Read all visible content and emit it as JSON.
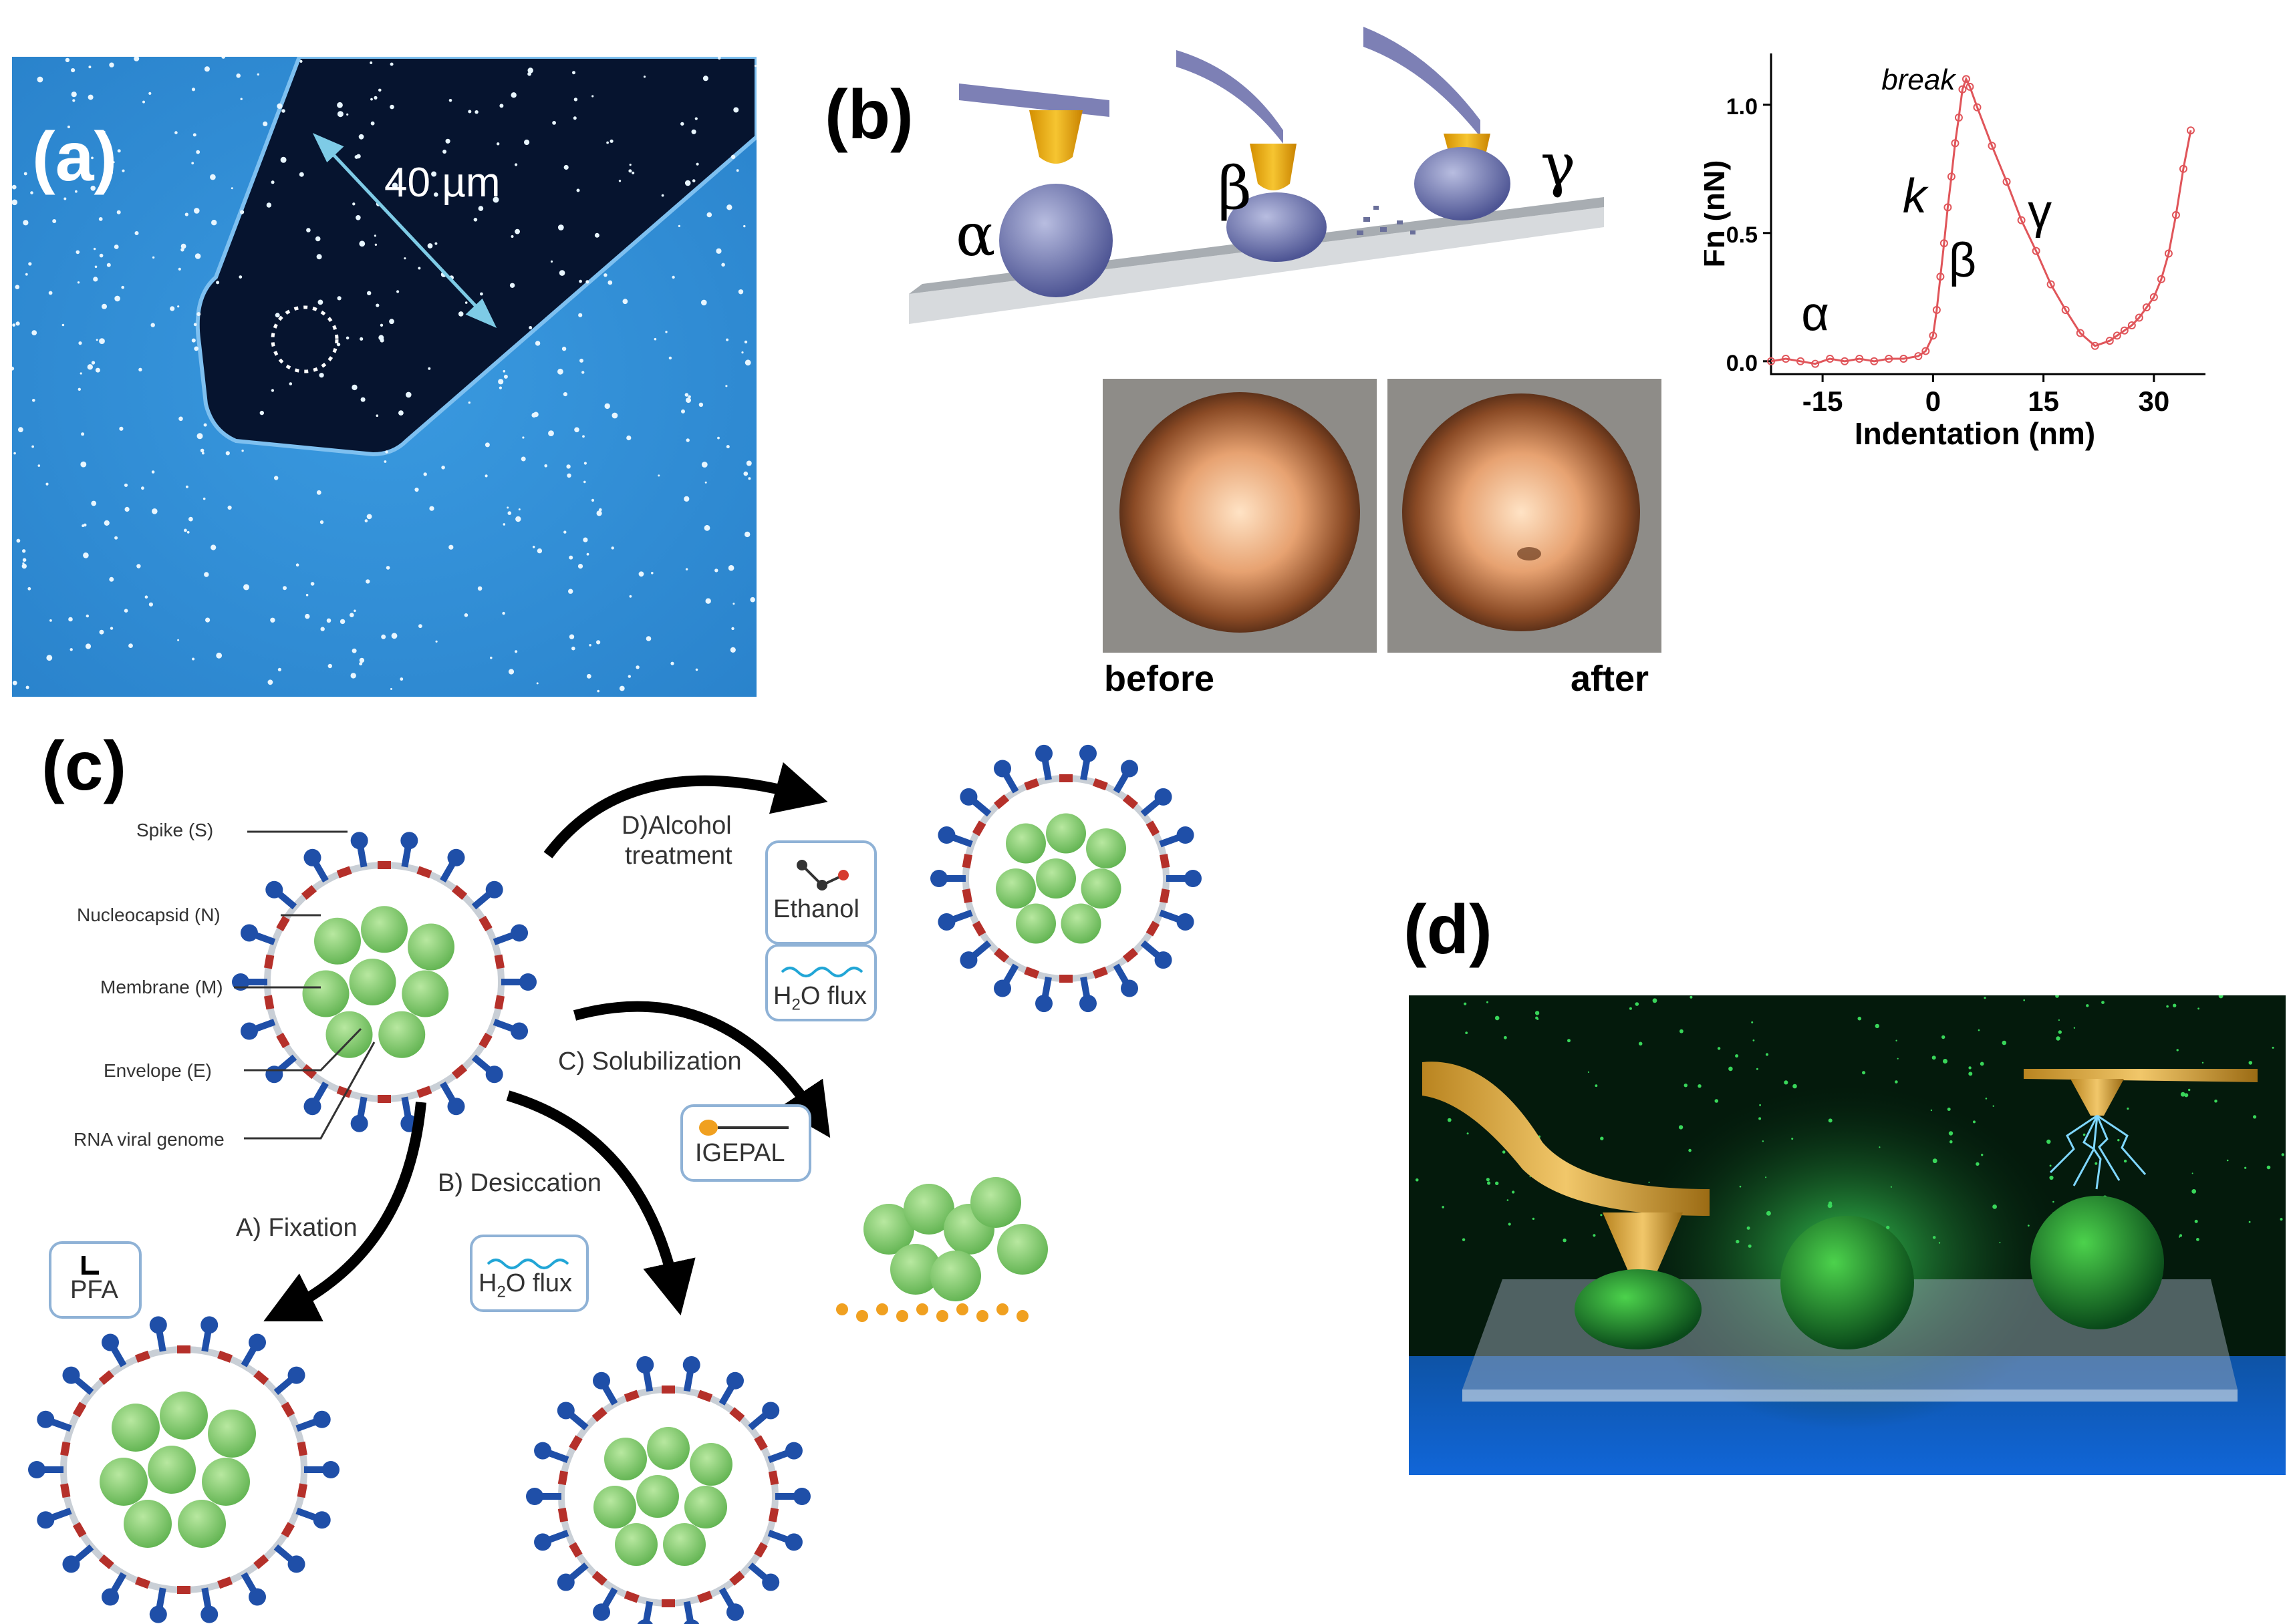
{
  "panels": {
    "a": {
      "letter": "(a)",
      "scale_label": "40 µm"
    },
    "b": {
      "letter": "(b)",
      "stage_labels": [
        "α",
        "β",
        "γ"
      ],
      "image_labels": {
        "before": "before",
        "after": "after"
      }
    },
    "c": {
      "letter": "(c)",
      "structure_labels": [
        "Spike (S)",
        "Nucleocapsid (N)",
        "Membrane (M)",
        "Envelope (E)",
        "RNA viral genome"
      ],
      "treatments": {
        "alcohol_line1": "D)Alcohol",
        "alcohol_line2": "treatment",
        "solubilization": "C) Solubilization",
        "desiccation": "B) Desiccation",
        "fixation": "A) Fixation"
      },
      "reagents": {
        "ethanol": "Ethanol",
        "h2o_flux_prefix": "H",
        "h2o_flux_sub": "2",
        "h2o_flux_suffix": "O flux",
        "igepal": "IGEPAL",
        "pfa": "PFA"
      }
    },
    "d": {
      "letter": "(d)"
    }
  },
  "colors": {
    "micrograph_bg": "#2f8fd8",
    "micrograph_dark": "#06142f",
    "spike_blue": "#1f4fa8",
    "membrane_red": "#b5302a",
    "nucleocapsid_green": "#7bc96f",
    "tip_gold": "#e8a91a",
    "cantilever": "#7d80b5",
    "chart_red": "#e0555a",
    "d_bg": "#041a0c"
  },
  "chart_data": {
    "type": "line",
    "title": "",
    "xlabel": "Indentation (nm)",
    "ylabel": "Fn (nN)",
    "xlim": [
      -22,
      37
    ],
    "ylim": [
      -0.05,
      1.2
    ],
    "xticks": [
      -15,
      0,
      15,
      30
    ],
    "yticks": [
      0.0,
      0.5,
      1.0
    ],
    "xtick_labels": [
      "-15",
      "0",
      "15",
      "30"
    ],
    "ytick_labels": [
      "0.0",
      "0.5",
      "1.0"
    ],
    "annotations": [
      {
        "text": "break",
        "x": -2,
        "y": 1.06
      },
      {
        "text": "k",
        "x": -2.5,
        "y": 0.58
      },
      {
        "text": "α",
        "x": -16,
        "y": 0.12
      },
      {
        "text": "β",
        "x": 4,
        "y": 0.33
      },
      {
        "text": "γ",
        "x": 14.5,
        "y": 0.52
      }
    ],
    "series": [
      {
        "x": [
          -22,
          -20,
          -18,
          -16,
          -14,
          -12,
          -10,
          -8,
          -6,
          -4,
          -2,
          -1,
          0,
          0.5,
          1,
          1.5,
          2,
          2.5,
          3,
          3.5,
          4,
          4.5,
          5,
          6,
          8,
          10,
          12,
          14,
          16,
          18,
          20,
          22,
          24,
          25,
          26,
          27,
          28,
          29,
          30,
          31,
          32,
          33,
          34,
          35
        ],
        "y": [
          0.0,
          0.01,
          0.0,
          -0.01,
          0.01,
          0.0,
          0.01,
          0.0,
          0.01,
          0.01,
          0.02,
          0.04,
          0.1,
          0.2,
          0.33,
          0.46,
          0.6,
          0.72,
          0.85,
          0.95,
          1.06,
          1.1,
          1.07,
          0.99,
          0.84,
          0.7,
          0.55,
          0.43,
          0.3,
          0.2,
          0.11,
          0.06,
          0.08,
          0.1,
          0.12,
          0.14,
          0.17,
          0.21,
          0.25,
          0.32,
          0.42,
          0.57,
          0.75,
          0.9
        ]
      }
    ]
  }
}
